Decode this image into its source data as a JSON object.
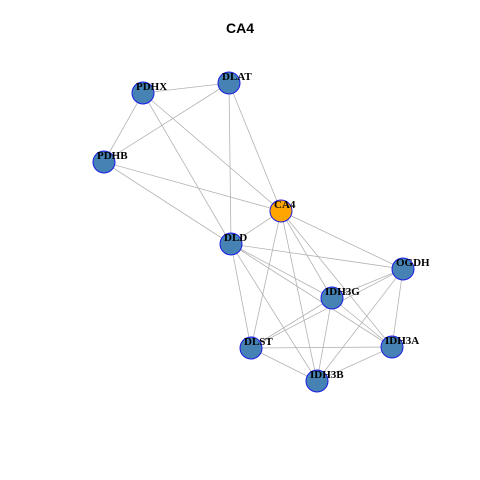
{
  "title": "CA4",
  "colors": {
    "node_default": "#4682B4",
    "node_highlight": "#FFA500",
    "node_stroke": "#1A1AE6",
    "edge": "#B3B3B3"
  },
  "nodes": [
    {
      "id": "PDHX",
      "label": "PDHX",
      "highlight": false
    },
    {
      "id": "DLAT",
      "label": "DLAT",
      "highlight": false
    },
    {
      "id": "PDHB",
      "label": "PDHB",
      "highlight": false
    },
    {
      "id": "CA4",
      "label": "CA4",
      "highlight": true
    },
    {
      "id": "DLD",
      "label": "DLD",
      "highlight": false
    },
    {
      "id": "OGDH",
      "label": "OGDH",
      "highlight": false
    },
    {
      "id": "IDH3G",
      "label": "IDH3G",
      "highlight": false
    },
    {
      "id": "DLST",
      "label": "DLST",
      "highlight": false
    },
    {
      "id": "IDH3A",
      "label": "IDH3A",
      "highlight": false
    },
    {
      "id": "IDH3B",
      "label": "IDH3B",
      "highlight": false
    }
  ],
  "edges": [
    [
      "PDHX",
      "DLAT"
    ],
    [
      "PDHX",
      "PDHB"
    ],
    [
      "PDHX",
      "DLD"
    ],
    [
      "PDHX",
      "CA4"
    ],
    [
      "DLAT",
      "PDHB"
    ],
    [
      "DLAT",
      "CA4"
    ],
    [
      "DLAT",
      "DLD"
    ],
    [
      "PDHB",
      "CA4"
    ],
    [
      "PDHB",
      "DLD"
    ],
    [
      "CA4",
      "DLD"
    ],
    [
      "CA4",
      "OGDH"
    ],
    [
      "CA4",
      "IDH3G"
    ],
    [
      "CA4",
      "IDH3A"
    ],
    [
      "CA4",
      "IDH3B"
    ],
    [
      "CA4",
      "DLST"
    ],
    [
      "DLD",
      "OGDH"
    ],
    [
      "DLD",
      "IDH3G"
    ],
    [
      "DLD",
      "IDH3A"
    ],
    [
      "DLD",
      "IDH3B"
    ],
    [
      "DLD",
      "DLST"
    ],
    [
      "OGDH",
      "IDH3G"
    ],
    [
      "OGDH",
      "IDH3A"
    ],
    [
      "OGDH",
      "DLST"
    ],
    [
      "OGDH",
      "IDH3B"
    ],
    [
      "IDH3G",
      "DLST"
    ],
    [
      "IDH3G",
      "IDH3A"
    ],
    [
      "IDH3G",
      "IDH3B"
    ],
    [
      "DLST",
      "IDH3A"
    ],
    [
      "DLST",
      "IDH3B"
    ],
    [
      "IDH3A",
      "IDH3B"
    ]
  ]
}
